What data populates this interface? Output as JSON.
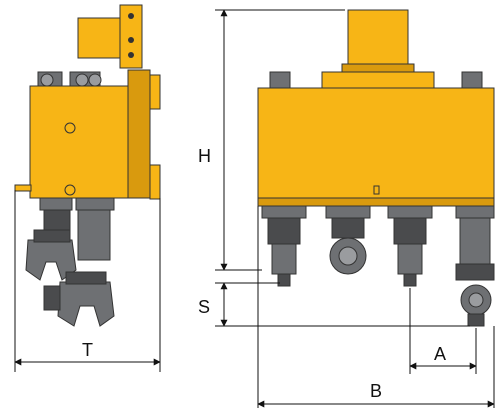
{
  "colors": {
    "body_yellow": "#F7B516",
    "body_shade": "#D99A0E",
    "steel_dark": "#4A4B4D",
    "steel_mid": "#6E7073",
    "steel_light": "#9A9C9F",
    "line": "#111111"
  },
  "dimensions": {
    "H": "H",
    "S": "S",
    "T": "T",
    "A": "A",
    "B": "B"
  }
}
